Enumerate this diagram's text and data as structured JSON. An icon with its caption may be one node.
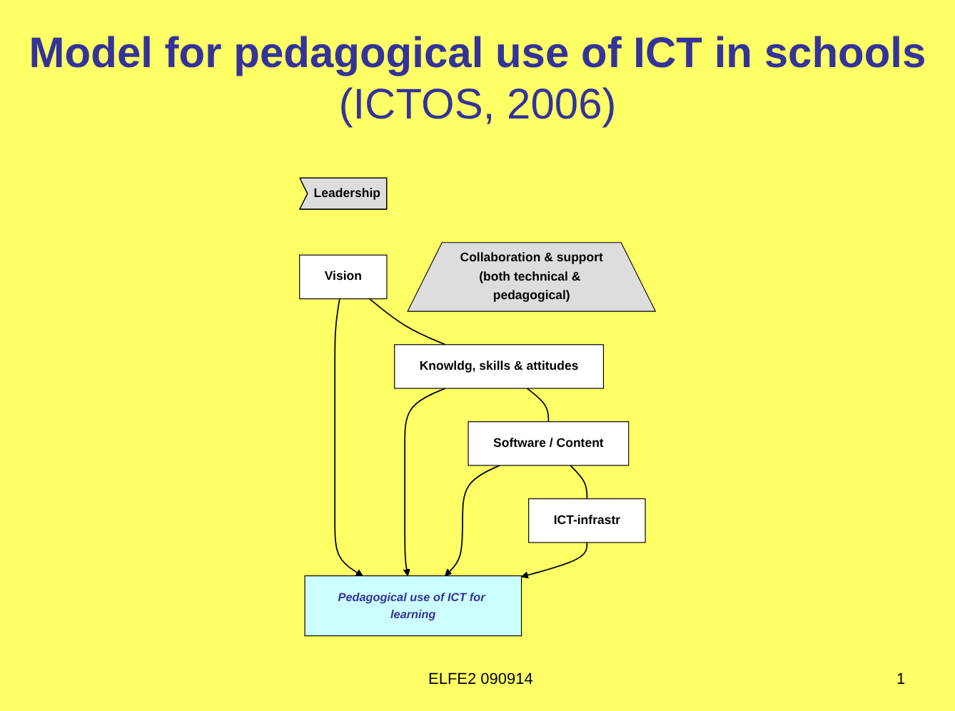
{
  "diagram": {
    "title": "**Model for pedagogical use of ICT in schools** (ICTOS, 2006)",
    "nodes": [
      {
        "text": [
          "Leadership"
        ]
      },
      {
        "text": [
          "Collaboration & support",
          "(both technical & pedagogical)"
        ]
      },
      {
        "text": [
          "Vision"
        ]
      },
      {
        "text": [
          "Knowldg, skills & attitudes"
        ]
      },
      {
        "text": [
          "Software / Content"
        ]
      },
      {
        "text": [
          "ICT-infrastr"
        ]
      },
      {
        "text": [
          "Pedagogical use of ICT for learning"
        ]
      }
    ],
    "edges": [
      {
        "from": 2,
        "to": 3,
        "arrow": "none"
      },
      {
        "from": 3,
        "to": 4,
        "arrow": "none"
      },
      {
        "from": 4,
        "to": 5,
        "arrow": "none"
      },
      {
        "from": 2,
        "to": 6,
        "arrow": "to"
      },
      {
        "from": 3,
        "to": 6,
        "arrow": "to"
      },
      {
        "from": 4,
        "to": 6,
        "arrow": "to"
      },
      {
        "from": 5,
        "to": 6,
        "arrow": "to"
      }
    ],
    "labels": [
      "ELFE2 090914",
      "1"
    ]
  }
}
